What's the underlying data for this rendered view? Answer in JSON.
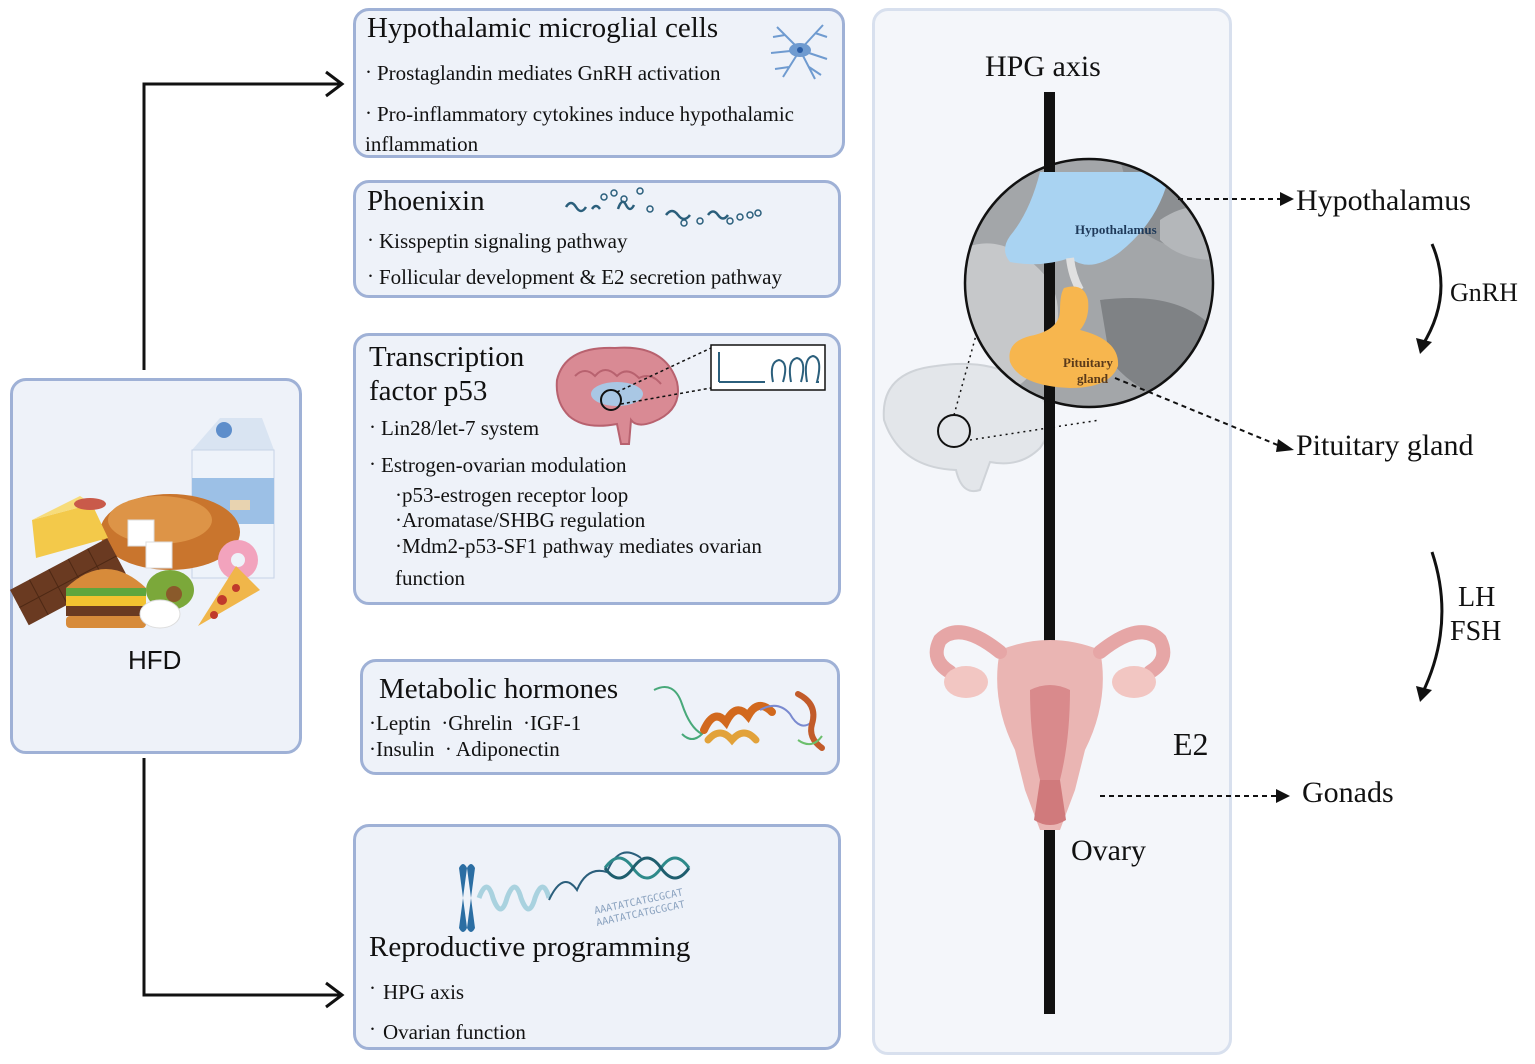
{
  "hfd": {
    "label": "HFD"
  },
  "microglia": {
    "title": "Hypothalamic microglial cells",
    "items": [
      "Prostaglandin mediates GnRH activation",
      "Pro-inflammatory cytokines induce hypothalamic",
      "inflammation"
    ]
  },
  "phoenixin": {
    "title": "Phoenixin",
    "items": [
      "Kisspeptin signaling pathway",
      "Follicular development & E2 secretion pathway"
    ]
  },
  "p53": {
    "title_line1": "Transcription",
    "title_line2": "factor p53",
    "items": [
      "Lin28/let-7 system",
      "Estrogen-ovarian modulation"
    ],
    "subitems": [
      "·p53-estrogen receptor loop",
      "·Aromatase/SHBG regulation",
      "·Mdm2-p53-SF1 pathway mediates ovarian",
      "function"
    ]
  },
  "metabolic": {
    "title": "Metabolic hormones",
    "line1": "·Leptin  ·Ghrelin  ·IGF-1",
    "line2": "·Insulin  · Adiponectin"
  },
  "reproductive": {
    "title": "Reproductive programming",
    "items": [
      "HPG axis",
      "Ovarian function"
    ]
  },
  "hpg": {
    "title": "HPG axis",
    "inset_hypothalamus": "Hypothalamus",
    "inset_pituitary_1": "Pituitary",
    "inset_pituitary_2": "gland",
    "hypothalamus": "Hypothalamus",
    "pituitary": "Pituitary gland",
    "gnrh": "GnRH",
    "lh": "LH",
    "fsh": "FSH",
    "e2": "E2",
    "ovary": "Ovary",
    "gonads": "Gonads"
  }
}
